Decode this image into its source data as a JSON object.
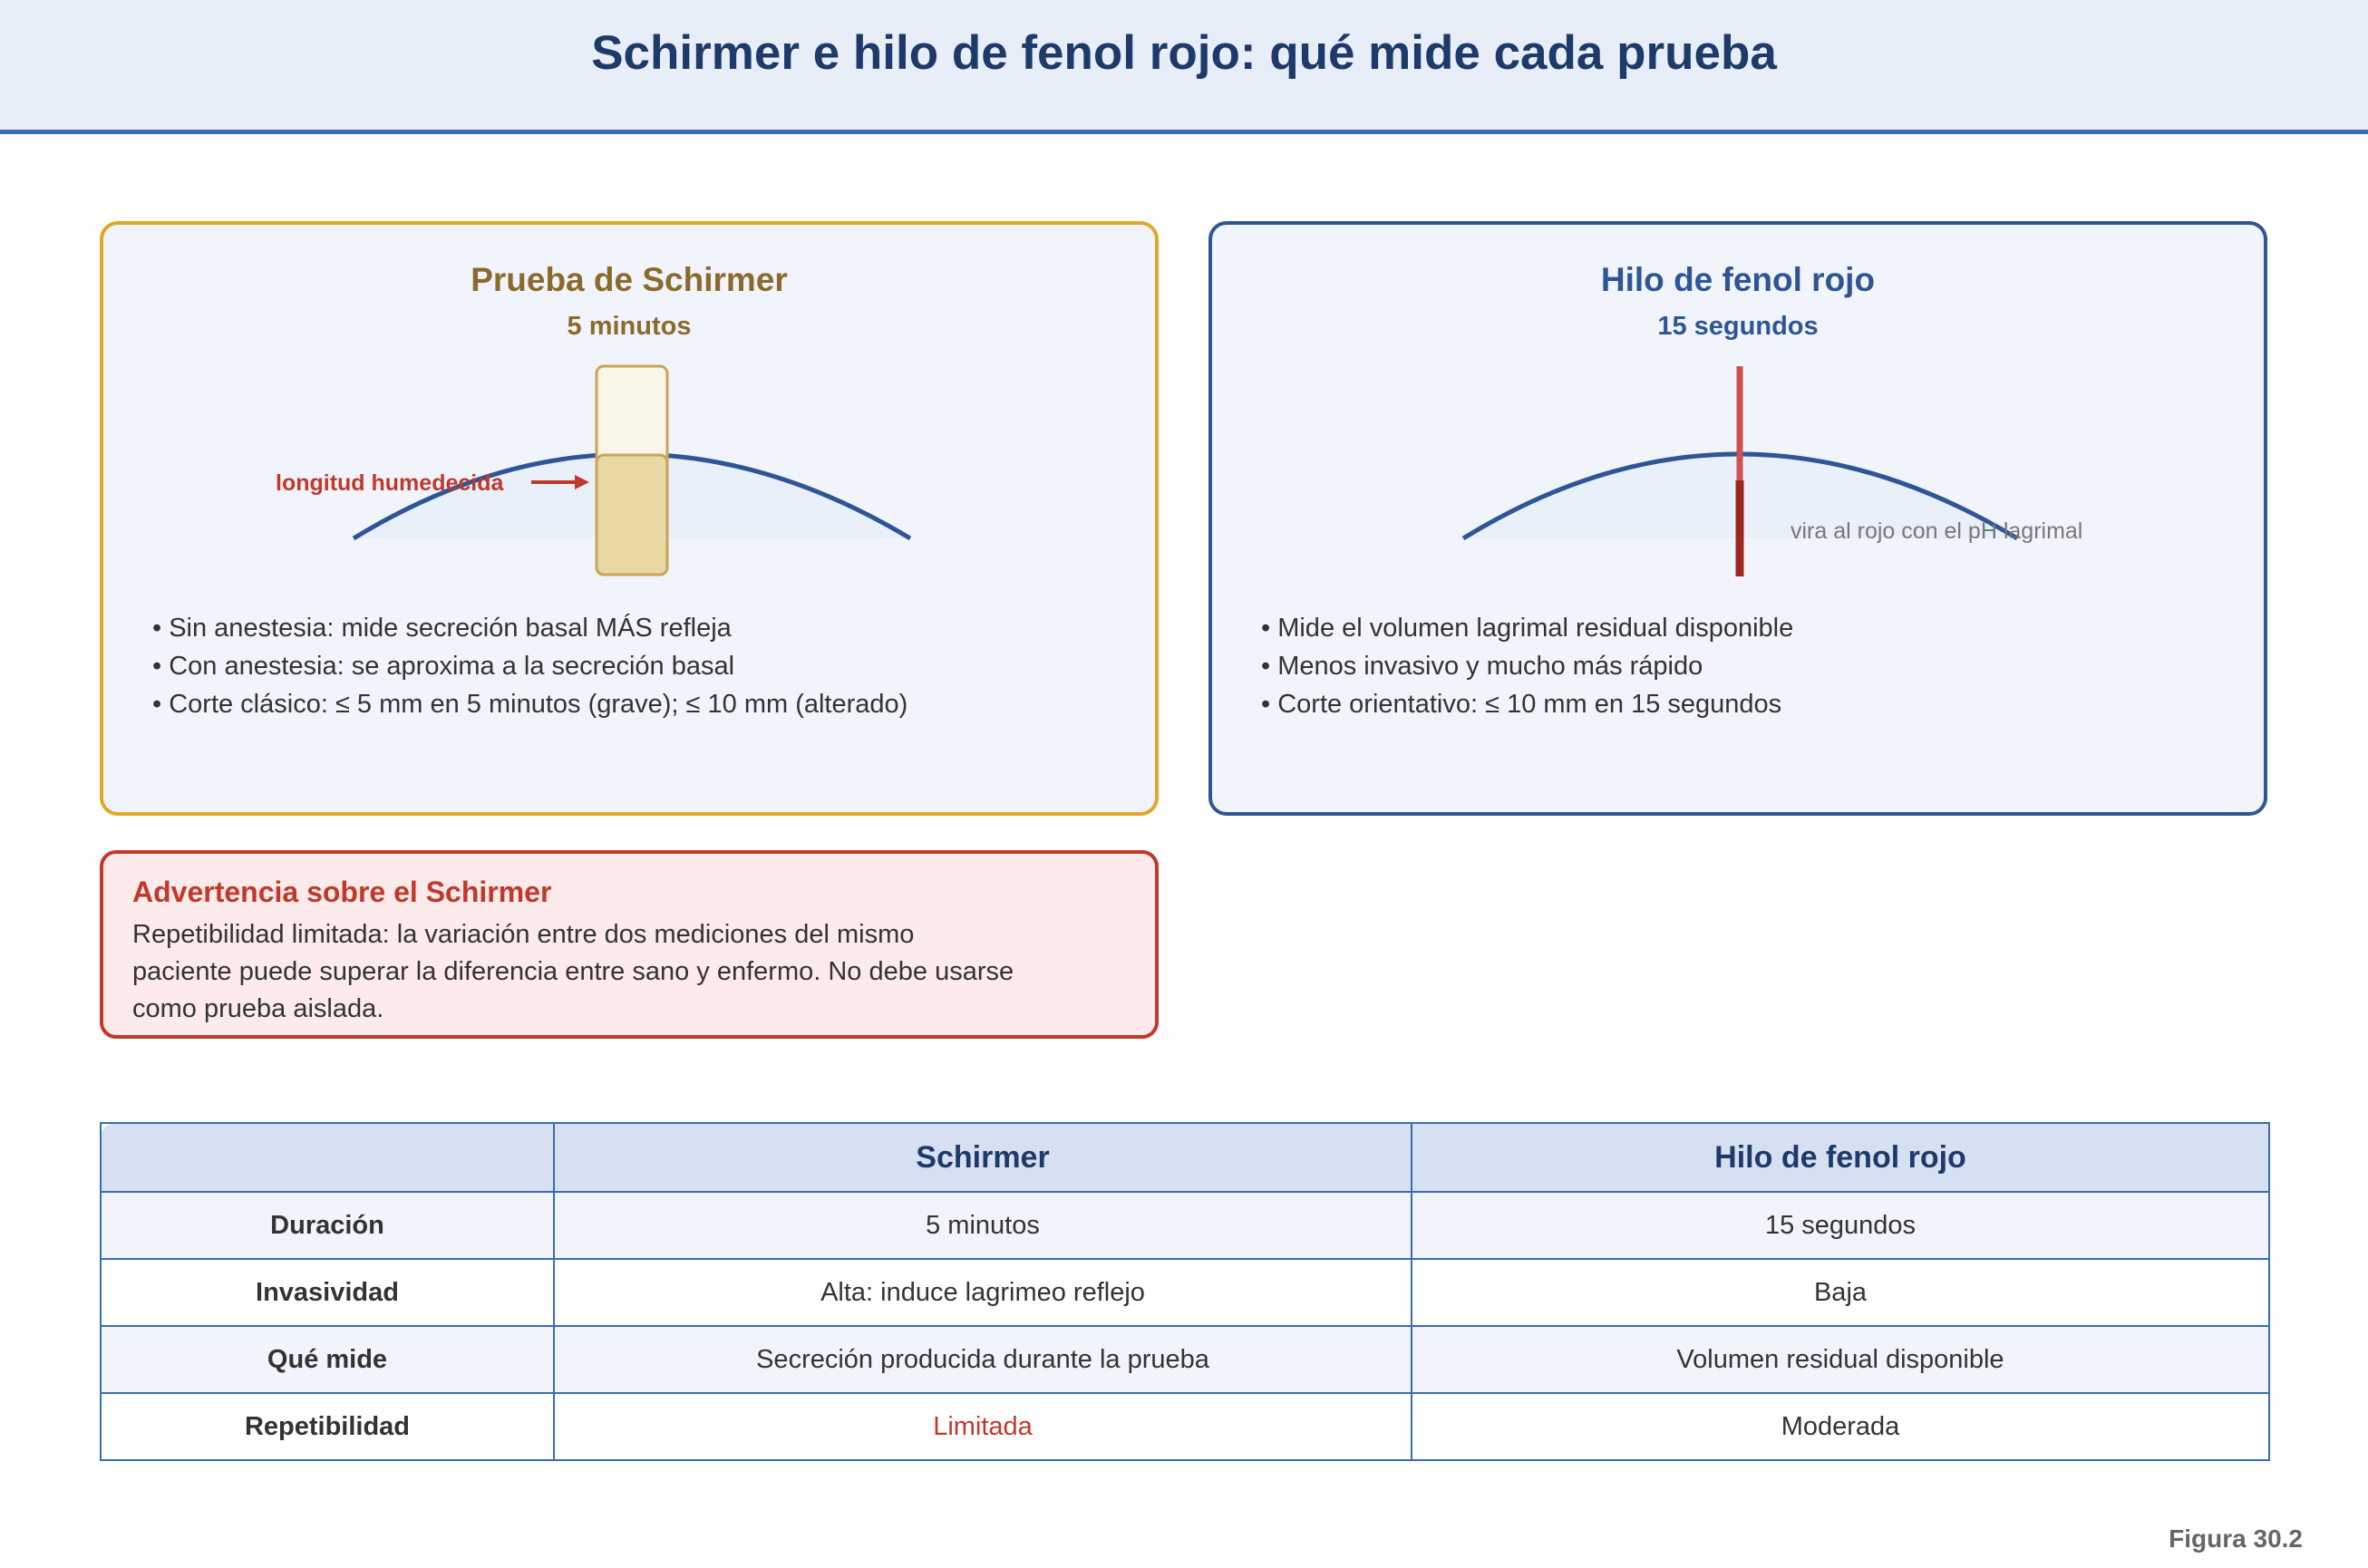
{
  "header": {
    "title": "Schirmer e hilo de fenol rojo: qué mide cada prueba"
  },
  "schirmer_card": {
    "title": "Prueba de Schirmer",
    "duration": "5 minutos",
    "annotation": "longitud humedecida",
    "bullets": [
      "• Sin anestesia: mide secreción basal MÁS refleja",
      "• Con anestesia: se aproxima a la secreción basal",
      "• Corte clásico: ≤ 5 mm en 5 minutos (grave); ≤ 10 mm (alterado)"
    ]
  },
  "frt_card": {
    "title": "Hilo de fenol rojo",
    "duration": "15 segundos",
    "annotation": "vira al rojo con el pH lagrimal",
    "bullets": [
      "• Mide el volumen lagrimal residual disponible",
      "• Menos invasivo y mucho más rápido",
      "• Corte orientativo: ≤ 10 mm en 15 segundos"
    ]
  },
  "warning": {
    "title": "Advertencia sobre el Schirmer",
    "text": "Repetibilidad limitada: la variación entre dos mediciones del mismo paciente puede superar la diferencia entre sano y enfermo. No debe usarse como prueba aislada."
  },
  "table": {
    "headers": [
      "",
      "Schirmer",
      "Hilo de fenol rojo"
    ],
    "rows": [
      [
        "Duración",
        "5 minutos",
        "15 segundos"
      ],
      [
        "Invasividad",
        "Alta: induce lagrimeo reflejo",
        "Baja"
      ],
      [
        "Qué mide",
        "Secreción producida durante la prueba",
        "Volumen residual disponible"
      ],
      [
        "Repetibilidad",
        "Limitada",
        "Moderada"
      ]
    ]
  },
  "footer": {
    "figure_label": "Figura 30.2"
  },
  "colors": {
    "schirmer_border": "#e0a828",
    "frt_border": "#2e5596",
    "warning": "#c0392b",
    "title": "#1e3a6a"
  }
}
